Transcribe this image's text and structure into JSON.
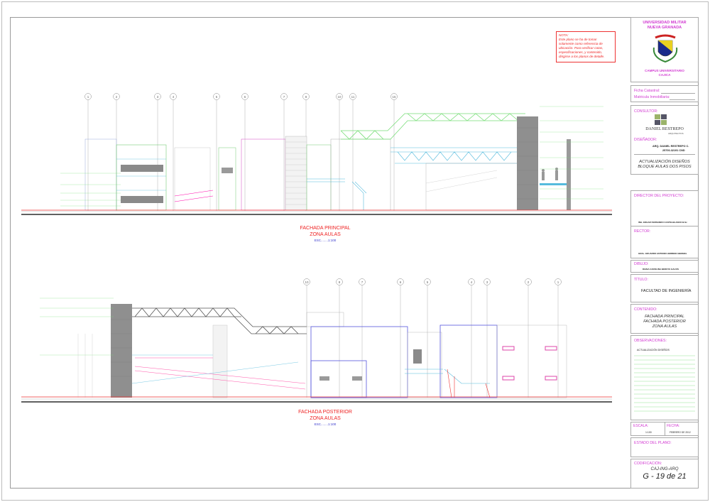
{
  "note": {
    "title": "NOTA:",
    "body": "Este plano se ha de tomar solamente como referencia de ubicación. Para verificar cotas, especificaciones, y contenido, dirigirse a los planos de detalle."
  },
  "drawing_principal": {
    "title_line1": "FACHADA PRINCIPAL",
    "title_line2": "ZONA AULAS",
    "scale": "ESC........1:100",
    "axes": [
      "1",
      "2",
      "3",
      "4",
      "5",
      "6",
      "7",
      "8",
      "10",
      "11",
      "15"
    ]
  },
  "drawing_posterior": {
    "title_line1": "FACHADA POSTERIOR",
    "title_line2": "ZONA AULAS",
    "scale": "ESC........1:100",
    "axes": [
      "10",
      "8",
      "7",
      "6",
      "5",
      "4",
      "3",
      "2",
      "1"
    ]
  },
  "title_block": {
    "university_line1": "UNIVERSIDAD MILITAR",
    "university_line2": "NUEVA GRANADA",
    "campus_line1": "CAMPUS UNIVERSITARIO",
    "campus_line2": "CAJICA",
    "ficha_catastral": "Ficha Catastral:",
    "matricula": "Matricula Inmobiliaria:",
    "consultor_label": "CONSULTOR:",
    "consultor_name": "DANIEL RESTREPO",
    "consultor_sub": "ARQUITECTOS",
    "disenador_label": "DISEÑADOR:",
    "disenador_name": "ARQ. DANIEL RESTREPO C.",
    "disenador_mat": "25700-32191 CND",
    "project_line1": "ACTUALIZACIÓN DISEÑOS",
    "project_line2": "BLOQUE AULAS DOS PISOS",
    "director_label": "DIRECTOR DEL PROYECTO:",
    "director_name": "ING. EDGAR FERNANDO CASTELBLANCO B.Sc",
    "rector_label": "RECTOR:",
    "rector_name": "GRAL. EDUARDO ANTONIO HERRERA BERBEL",
    "dibujo_label": "DIBUJO:",
    "dibujo_name": "DIANA CAROLINA BEDOYA GALVIS",
    "titulo_label": "TÍTULO:",
    "titulo": "FACULTAD DE INGENIERÍA",
    "contenido_label": "CONTENIDO:",
    "contenido_line1": "FACHADA PRINCIPAL",
    "contenido_line2": "FACHADA POSTERIOR",
    "contenido_line3": "ZONA AULAS",
    "observaciones_label": "OBSERVACIONES:",
    "observaciones": "ACTUALIZACIÓN DISEÑOS",
    "escala_label": "ESCALA:",
    "escala": "1:100",
    "fecha_label": "FECHA:",
    "fecha": "FEBRERO DE 2012",
    "estado_label": "ESTADO DEL PLANO:",
    "codificacion_label": "CODIFICACIÓN:",
    "code": "CAJ-ING-ARQ",
    "sheet": "G - 19 de 21"
  }
}
